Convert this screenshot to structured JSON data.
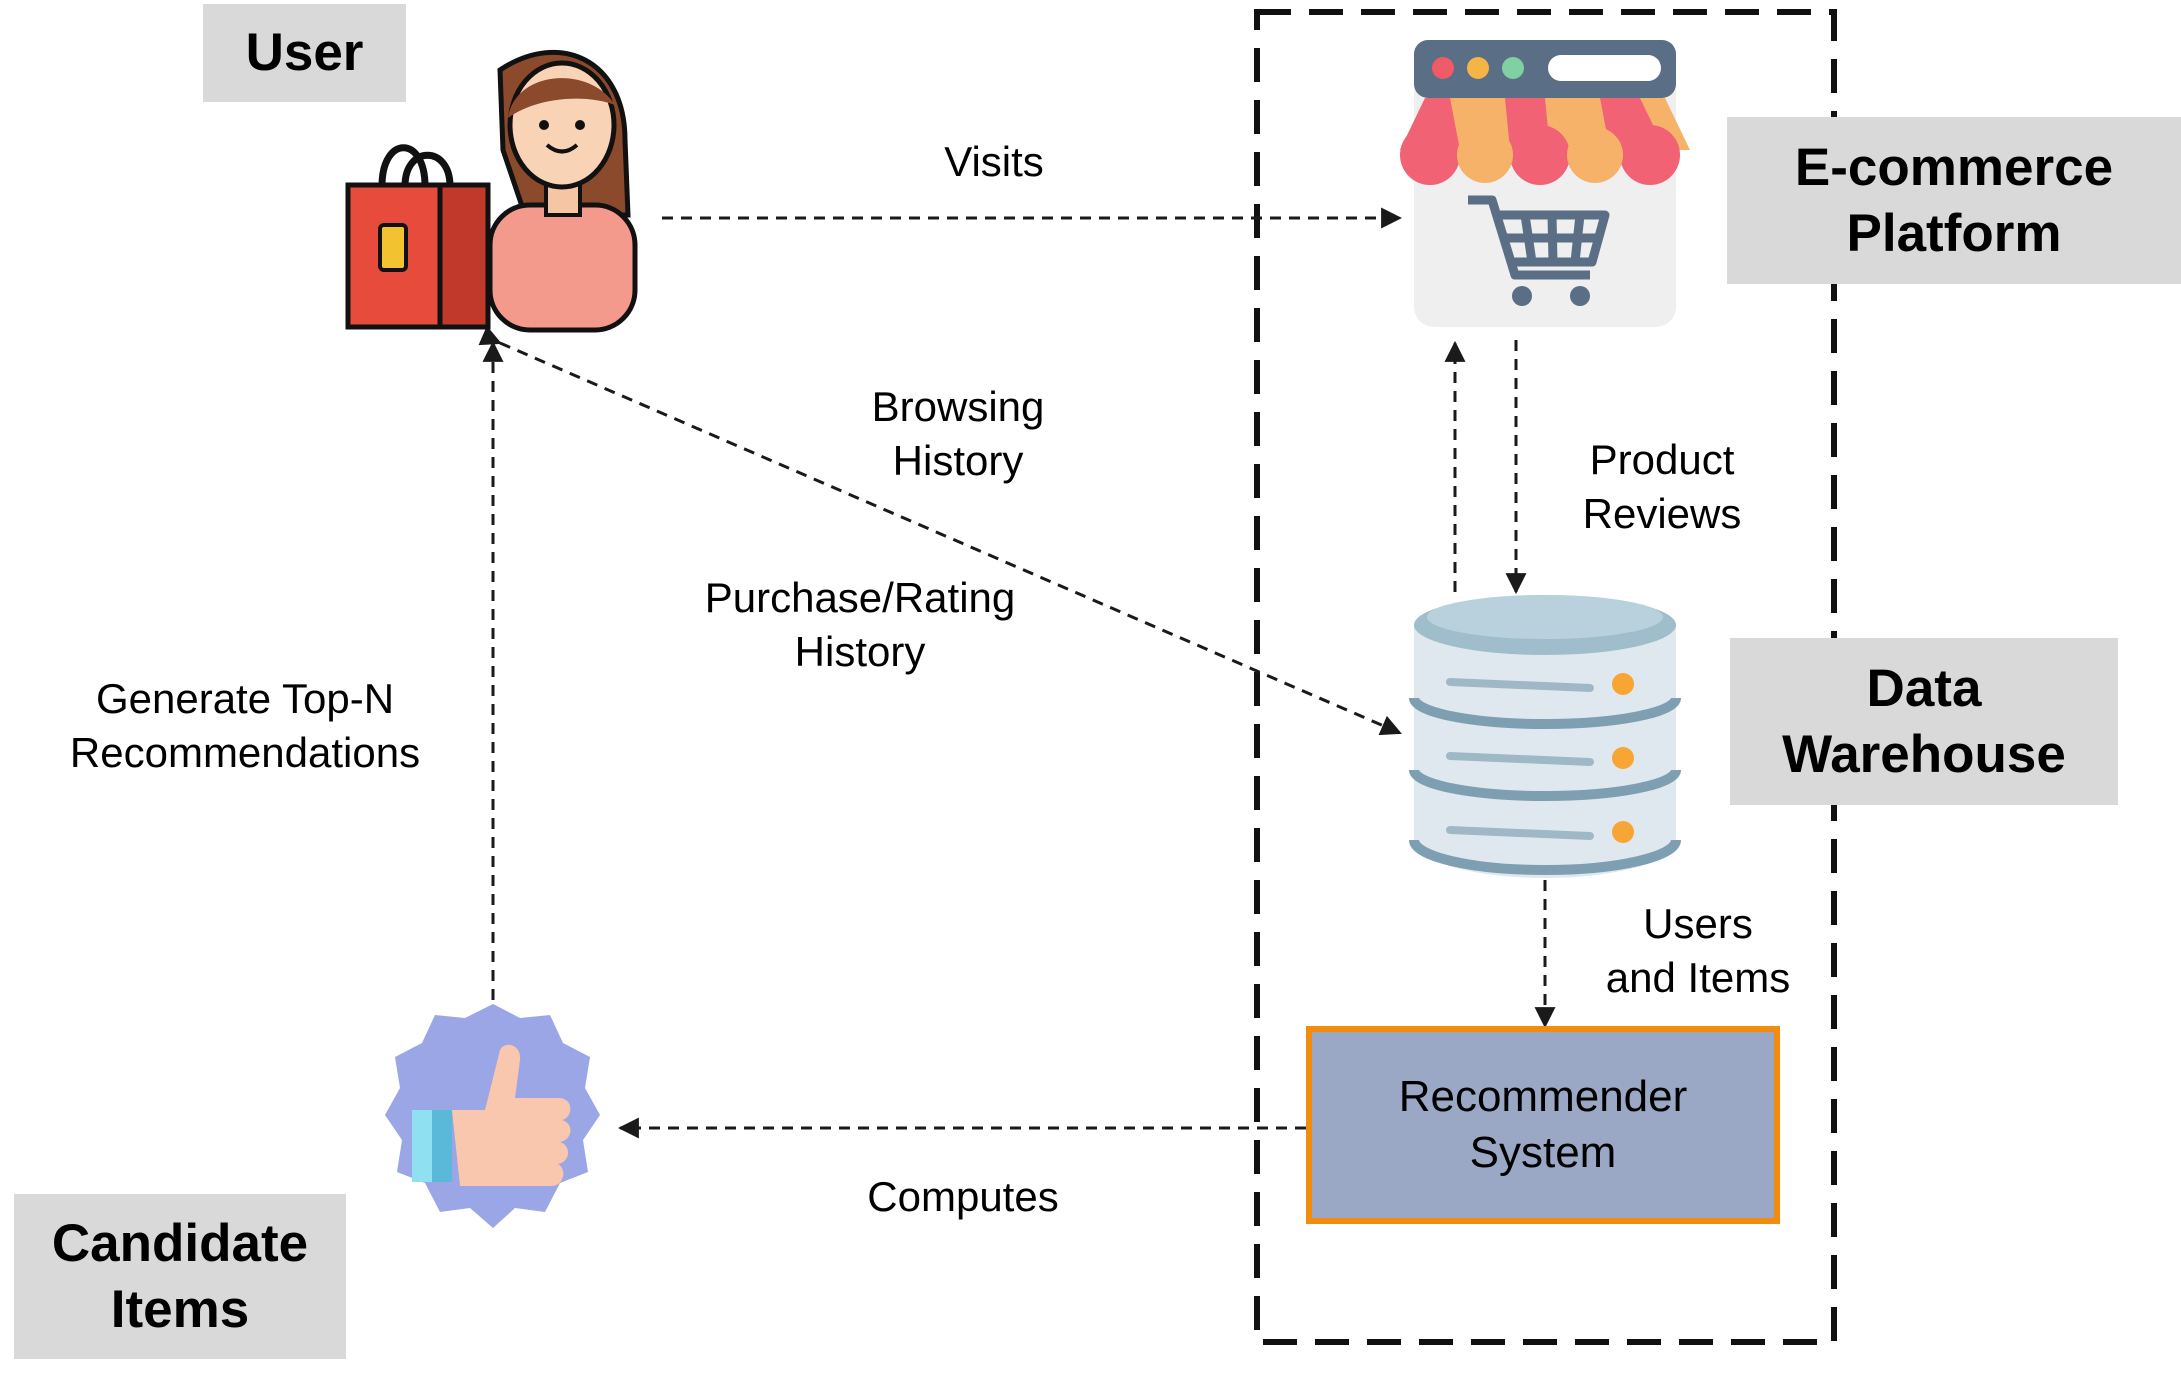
{
  "labels": {
    "user": "User",
    "ecommerce_line1": "E-commerce",
    "ecommerce_line2": "Platform",
    "warehouse_line1": "Data",
    "warehouse_line2": "Warehouse",
    "candidate_line1": "Candidate",
    "candidate_line2": "Items"
  },
  "edges": {
    "visits": "Visits",
    "browsing_line1": "Browsing",
    "browsing_line2": "History",
    "purchase_line1": "Purchase/Rating",
    "purchase_line2": "History",
    "reviews_line1": "Product",
    "reviews_line2": "Reviews",
    "users_items_line1": "Users",
    "users_items_line2": "and Items",
    "computes": "Computes",
    "topn_line1": "Generate Top-N",
    "topn_line2": "Recommendations"
  },
  "recommender": {
    "line1": "Recommender",
    "line2": "System"
  },
  "icons": {
    "user": "shopper-woman-icon",
    "store": "online-store-icon",
    "database": "database-icon",
    "candidate": "thumbs-up-badge-icon"
  },
  "colors": {
    "label_bg": "#d9d9d9",
    "recommender_fill": "#9aa7c5",
    "recommender_border": "#f28c0f"
  }
}
